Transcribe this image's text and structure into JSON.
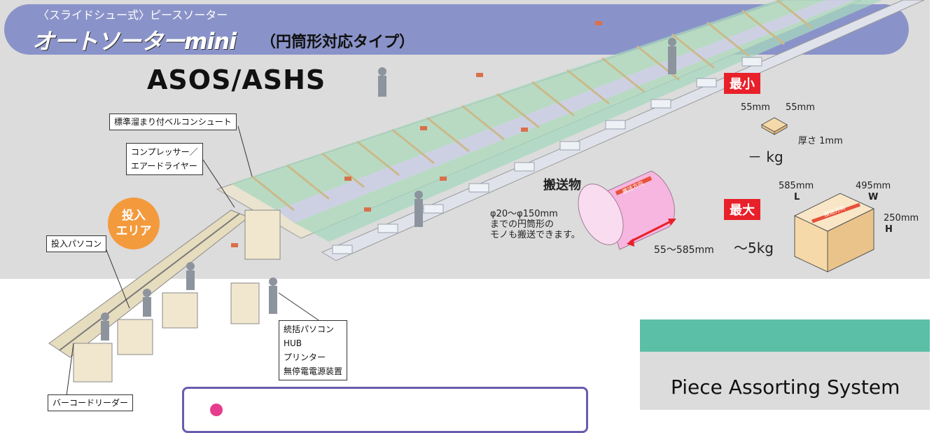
{
  "header": {
    "subtitle": "〈スライドシュー式〉ピースソーター",
    "title": "オートソーターmini",
    "title_paren": "（円筒形対応タイプ）",
    "model": "ASOS/ASHS"
  },
  "callouts": {
    "chute": "標準溜まり付ベルコンシュート",
    "compressor_line1": "コンプレッサー／",
    "compressor_line2": "エアードライヤー",
    "input_area_line1": "投入",
    "input_area_line2": "エリア",
    "input_pc": "投入パソコン",
    "control_line1": "統括パソコン",
    "control_line2": "HUB",
    "control_line3": "プリンター",
    "control_line4": "無停電電源装置",
    "barcode": "バーコードリーダー"
  },
  "transport": {
    "label": "搬送物",
    "desc_line1": "φ20～φ150mm",
    "desc_line2": "までの円筒形の",
    "desc_line3": "モノも搬送できます。",
    "length": "55～585mm",
    "arrow_label": "搬送方向"
  },
  "min_spec": {
    "badge": "最小",
    "dim_l": "55mm",
    "dim_w": "55mm",
    "thickness": "厚さ 1mm",
    "weight": "－ kg"
  },
  "max_spec": {
    "badge": "最大",
    "dim_l": "585mm",
    "dim_l_letter": "L",
    "dim_w": "495mm",
    "dim_w_letter": "W",
    "dim_h": "250mm",
    "dim_h_letter": "H",
    "weight": "～5kg",
    "arrow_label": "搬送方向"
  },
  "bottom": {
    "pas_title": "Piece Assorting System"
  },
  "colors": {
    "header_band": "#8a93c9",
    "chute_green": "#a7d7bf",
    "chute_tan": "#efe0b8",
    "badge_red": "#e8202a",
    "area_orange": "#f39a3d",
    "cylinder_pink": "#f6b6df",
    "box_tan": "#f6d9a8",
    "panel_green": "#5bbfa7"
  }
}
